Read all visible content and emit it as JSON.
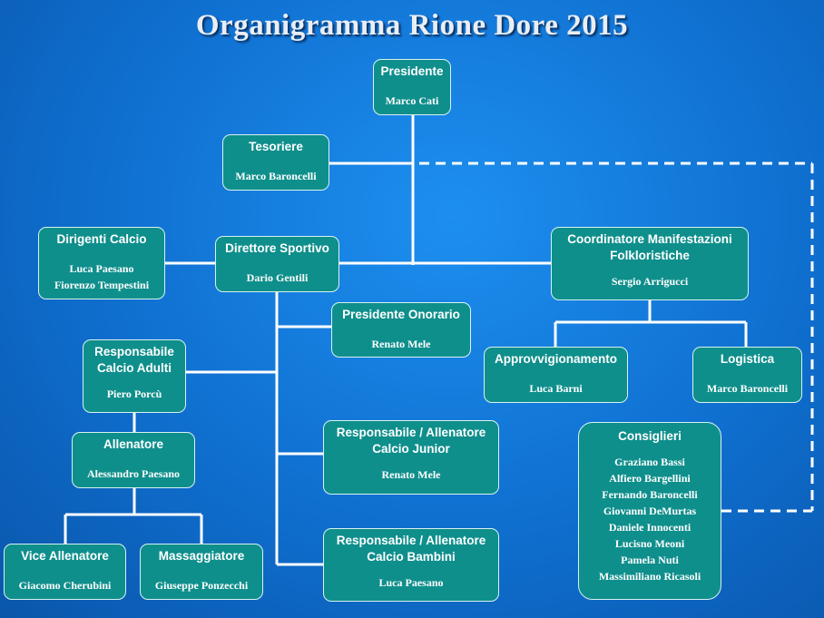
{
  "title": "Organigramma Rione Dore 2015",
  "nodes": {
    "presidente": {
      "role": "Presidente",
      "people": "Marco Cati"
    },
    "tesoriere": {
      "role": "Tesoriere",
      "people": "Marco Baroncelli"
    },
    "dirigenti_calcio": {
      "role": "Dirigenti Calcio",
      "people": "Luca Paesano\nFiorenzo Tempestini"
    },
    "direttore_sportivo": {
      "role": "Direttore Sportivo",
      "people": "Dario Gentili"
    },
    "coordinatore": {
      "role": "Coordinatore Manifestazioni\nFolkloristiche",
      "people": "Sergio Arrigucci"
    },
    "presidente_onorario": {
      "role": "Presidente Onorario",
      "people": "Renato Mele"
    },
    "resp_adulti": {
      "role": "Responsabile\nCalcio Adulti",
      "people": "Piero Porcù"
    },
    "approvvigionamento": {
      "role": "Approvvigionamento",
      "people": "Luca Barni"
    },
    "logistica": {
      "role": "Logistica",
      "people": "Marco Baroncelli"
    },
    "allenatore": {
      "role": "Allenatore",
      "people": "Alessandro Paesano"
    },
    "resp_junior": {
      "role": "Responsabile / Allenatore\nCalcio Junior",
      "people": "Renato Mele"
    },
    "consiglieri": {
      "role": "Consiglieri",
      "people": "Graziano Bassi\nAlfiero Bargellini\nFernando Baroncelli\nGiovanni DeMurtas\nDaniele Innocenti\nLucisno Meoni\nPamela Nuti\nMassimiliano Ricasoli"
    },
    "vice_allenatore": {
      "role": "Vice Allenatore",
      "people": "Giacomo Cherubini"
    },
    "massaggiatore": {
      "role": "Massaggiatore",
      "people": "Giuseppe Ponzecchi"
    },
    "resp_bambini": {
      "role": "Responsabile / Allenatore\nCalcio Bambini",
      "people": "Luca Paesano"
    }
  },
  "colors": {
    "background": "#1580e0",
    "box_fill": "#0f8f8c",
    "box_border": "#d8f2f0",
    "line": "#ffffff"
  }
}
